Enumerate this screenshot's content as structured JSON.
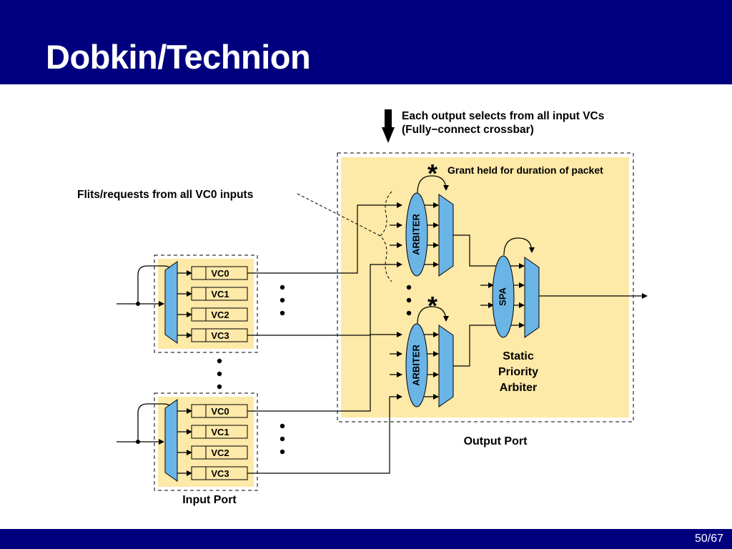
{
  "slide": {
    "title": "Dobkin/Technion",
    "page": "50/67"
  },
  "diagram": {
    "top_note_line1": "Each output selects from all input VCs",
    "top_note_line2": "(Fully−connect crossbar)",
    "grant_star": "*",
    "grant_note": "Grant held for duration of packet",
    "flits_label": "Flits/requests from all VC0 inputs",
    "input_port_1_vcs": [
      "VC0",
      "VC1",
      "VC2",
      "VC3"
    ],
    "input_port_2_vcs": [
      "VC0",
      "VC1",
      "VC2",
      "VC3"
    ],
    "arbiter_label": "ARBITER",
    "spa_label": "SPA",
    "static_arbiter_line1": "Static",
    "static_arbiter_line2": "Priority",
    "static_arbiter_line3": "Arbiter",
    "output_port_label": "Output Port",
    "input_port_label": "Input Port",
    "lower_star": "*"
  },
  "colors": {
    "header": "#00007f",
    "port_fill": "#fde9a8",
    "component_fill": "#6ab4e6"
  }
}
